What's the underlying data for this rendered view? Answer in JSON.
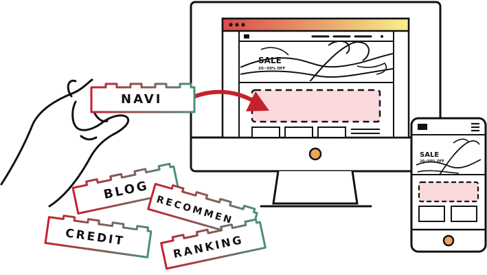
{
  "blocks": {
    "navi": "NAVI",
    "blog": "BLOG",
    "recommend": "RECOMMEN",
    "credit": "CREDIT",
    "ranking": "RANKING"
  },
  "desktop_site": {
    "sale": "SALE",
    "discount": "20~50% OFF"
  },
  "mobile_site": {
    "sale": "SALE",
    "discount": "20~50% OFF"
  },
  "colors": {
    "block_gradient_start": "#c4222c",
    "block_gradient_end": "#4a8f7a",
    "browser_bar_start": "#d94a4a",
    "browser_bar_end": "#f7f08a",
    "placeholder_fill": "#fadadd",
    "arrow": "#c4222c",
    "power_button": "#f0a35a"
  },
  "icons": [
    "hand-icon",
    "arrow-icon",
    "monitor-icon",
    "smartphone-icon",
    "hamburger-menu-icon"
  ]
}
